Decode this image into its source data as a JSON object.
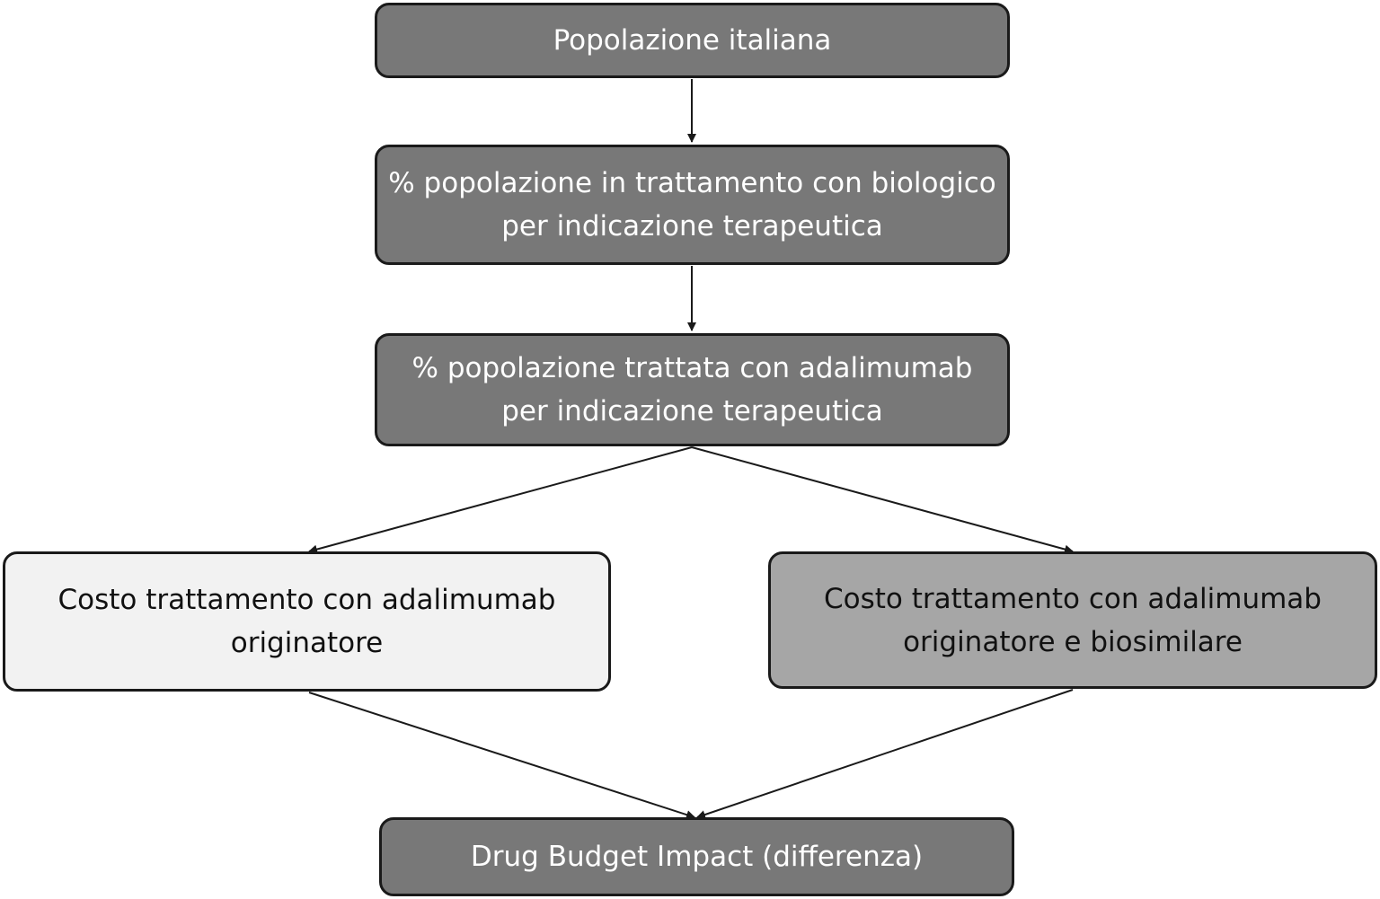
{
  "diagram": {
    "nodes": [
      {
        "id": "popolazione",
        "label": "Popolazione italiana",
        "fill": "#787878"
      },
      {
        "id": "biologico",
        "label": "% popolazione in trattamento con biologico per indicazione terapeutica",
        "fill": "#787878"
      },
      {
        "id": "adalimumab",
        "label": "% popolazione trattata con adalimumab per indicazione terapeutica",
        "fill": "#787878"
      },
      {
        "id": "costo_originatore",
        "label": "Costo trattamento con adalimumab originatore",
        "fill": "#f2f2f2"
      },
      {
        "id": "costo_biosimilare",
        "label": "Costo trattamento con adalimumab originatore e biosimilare",
        "fill": "#a6a6a6"
      },
      {
        "id": "budget_impact",
        "label": "Drug Budget Impact (differenza)",
        "fill": "#787878"
      }
    ],
    "edges": [
      {
        "from": "popolazione",
        "to": "biologico"
      },
      {
        "from": "biologico",
        "to": "adalimumab"
      },
      {
        "from": "adalimumab",
        "to": "costo_originatore"
      },
      {
        "from": "adalimumab",
        "to": "costo_biosimilare"
      },
      {
        "from": "costo_originatore",
        "to": "budget_impact"
      },
      {
        "from": "costo_biosimilare",
        "to": "budget_impact"
      }
    ]
  }
}
